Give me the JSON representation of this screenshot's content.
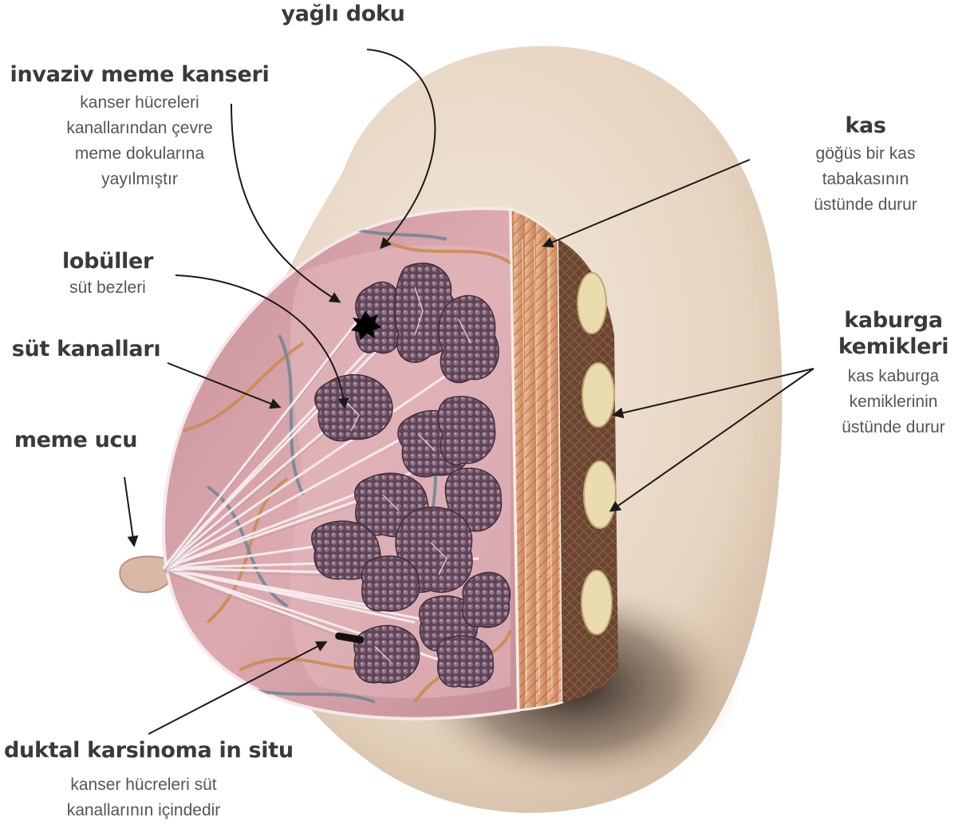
{
  "labels": {
    "fat": {
      "title": "yağlı doku"
    },
    "invasive": {
      "title": "invaziv meme kanseri",
      "desc": [
        "kanser hücreleri",
        "kanallarından çevre",
        "meme dokularına",
        "yayılmıştır"
      ]
    },
    "lobules": {
      "title": "lobüller",
      "desc": [
        "süt bezleri"
      ]
    },
    "ducts": {
      "title": "süt kanalları"
    },
    "nipple": {
      "title": "meme ucu"
    },
    "dcis": {
      "title": "duktal karsinoma in situ",
      "desc": [
        "kanser hücreleri süt",
        "kanallarının içindedir"
      ]
    },
    "muscle": {
      "title": "kas",
      "desc": [
        "göğüs bir kas",
        "tabakasının",
        "üstünde durur"
      ]
    },
    "ribs": {
      "title": [
        "kaburga",
        "kemikleri"
      ],
      "desc": [
        "kas kaburga",
        "kemiklerinin",
        "üstünde durur"
      ]
    }
  },
  "colors": {
    "skin": "#ebdccc",
    "tissue": "#d9a6ae",
    "muscle": "#d6956a",
    "lobule": "#6b4c5e",
    "rib": "#e8d9a8",
    "arrow": "#1a1a1a"
  }
}
